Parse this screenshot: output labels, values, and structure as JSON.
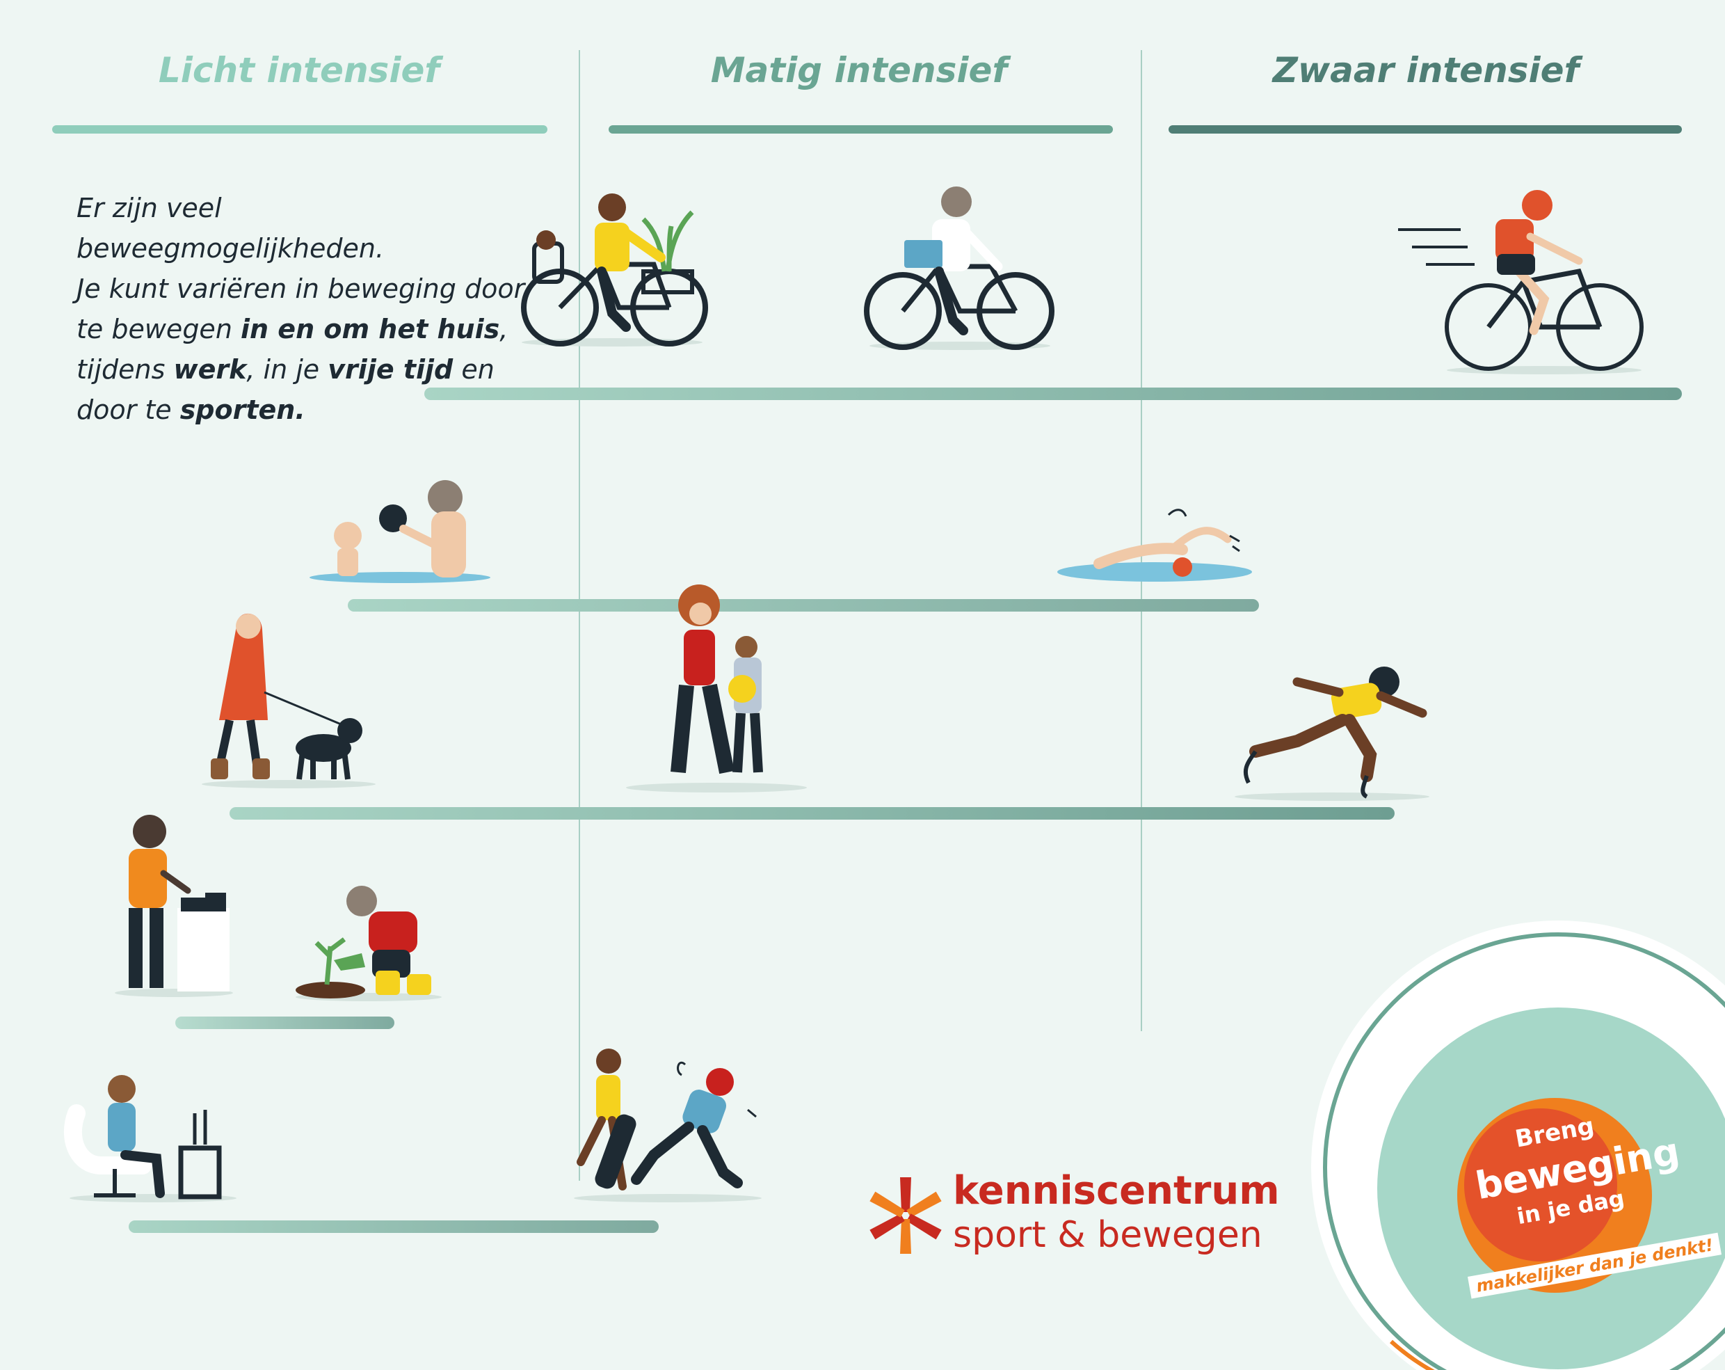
{
  "columns": [
    {
      "title": "Licht intensief",
      "color": "#8fcdbb"
    },
    {
      "title": "Matig intensief",
      "color": "#6aa593"
    },
    {
      "title": "Zwaar intensief",
      "color": "#4f7e75"
    }
  ],
  "intro": {
    "line1": "Er zijn veel beweegmogelijkheden.",
    "line2": "Je kunt variëren in beweging door",
    "line3_pre": "te bewegen ",
    "line3_bold": "in en om het huis",
    "line3_post": ",",
    "line4_pre": "tijdens ",
    "line4_bold1": "werk",
    "line4_mid": ", in je ",
    "line4_bold2": "vrije tijd",
    "line4_post": " en",
    "line5_pre": "door te ",
    "line5_bold": "sporten."
  },
  "logo": {
    "line1": "kenniscentrum",
    "line2": "sport & bewegen"
  },
  "badge": {
    "line1": "Breng",
    "line2": "beweging",
    "line3": "in je dag",
    "tagline": "makkelijker dan je denkt!"
  },
  "icons": {
    "cycling_family": "cargo-bike-icon",
    "cycling_commute": "commuter-bike-icon",
    "cycling_sport": "racing-bike-icon",
    "swimming_play": "pool-play-icon",
    "swimming_laps": "swimmer-icon",
    "walking_dog": "dog-walk-icon",
    "walking_child": "walk-with-child-icon",
    "sprinting": "sprinter-icon",
    "cooking": "cooking-icon",
    "gardening": "gardening-icon",
    "sitting_gaming": "sitting-gaming-icon",
    "skating": "skating-icon"
  },
  "colors": {
    "background": "#eef6f3",
    "brand_red": "#c82a20",
    "brand_orange": "#f07f1e"
  }
}
